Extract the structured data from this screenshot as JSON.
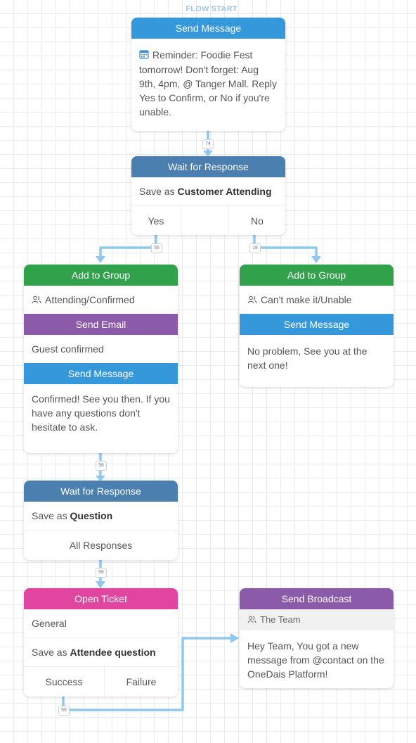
{
  "flow_start": "FLOW START",
  "colors": {
    "connector": "#8ec8ee",
    "send_message": "#3498db",
    "wait": "#4a7fb0",
    "add_group": "#31a14b",
    "send_email": "#8b5aa8",
    "open_ticket": "#e0459f",
    "send_broadcast": "#8b5aa8"
  },
  "node1": {
    "title": "Send Message",
    "text": "Reminder: Foodie Fest tomorrow! Don't forget: Aug 9th, 4pm, @ Tanger Mall. Reply Yes to Confirm, or No if you're unable.",
    "icon": "calendar-icon"
  },
  "badge1": "74",
  "node2": {
    "title": "Wait for Response",
    "save_prefix": "Save as ",
    "save_name": "Customer Attending",
    "opt_yes": "Yes",
    "opt_no": "No"
  },
  "badge_yes": "56",
  "badge_no": "18",
  "node3": {
    "group_title": "Add to Group",
    "group_name": "Attending/Confirmed",
    "email_title": "Send Email",
    "email_text": "Guest confirmed",
    "msg_title": "Send Message",
    "msg_text": "Confirmed! See you then. If you have any questions don't hesitate to ask."
  },
  "node4": {
    "group_title": "Add to Group",
    "group_name": "Can't make it/Unable",
    "msg_title": "Send Message",
    "msg_text": "No problem, See you at the next one!"
  },
  "badge3": "56",
  "node5": {
    "title": "Wait for Response",
    "save_prefix": "Save as ",
    "save_name": "Question",
    "all": "All Responses"
  },
  "badge5": "56",
  "node6": {
    "title": "Open Ticket",
    "queue": "General",
    "save_prefix": "Save as ",
    "save_name": "Attendee question",
    "success": "Success",
    "failure": "Failure"
  },
  "badge6": "56",
  "node7": {
    "title": "Send Broadcast",
    "group": "The Team",
    "text": "Hey Team, You got a new message from @contact on the OneDais Platform!"
  }
}
